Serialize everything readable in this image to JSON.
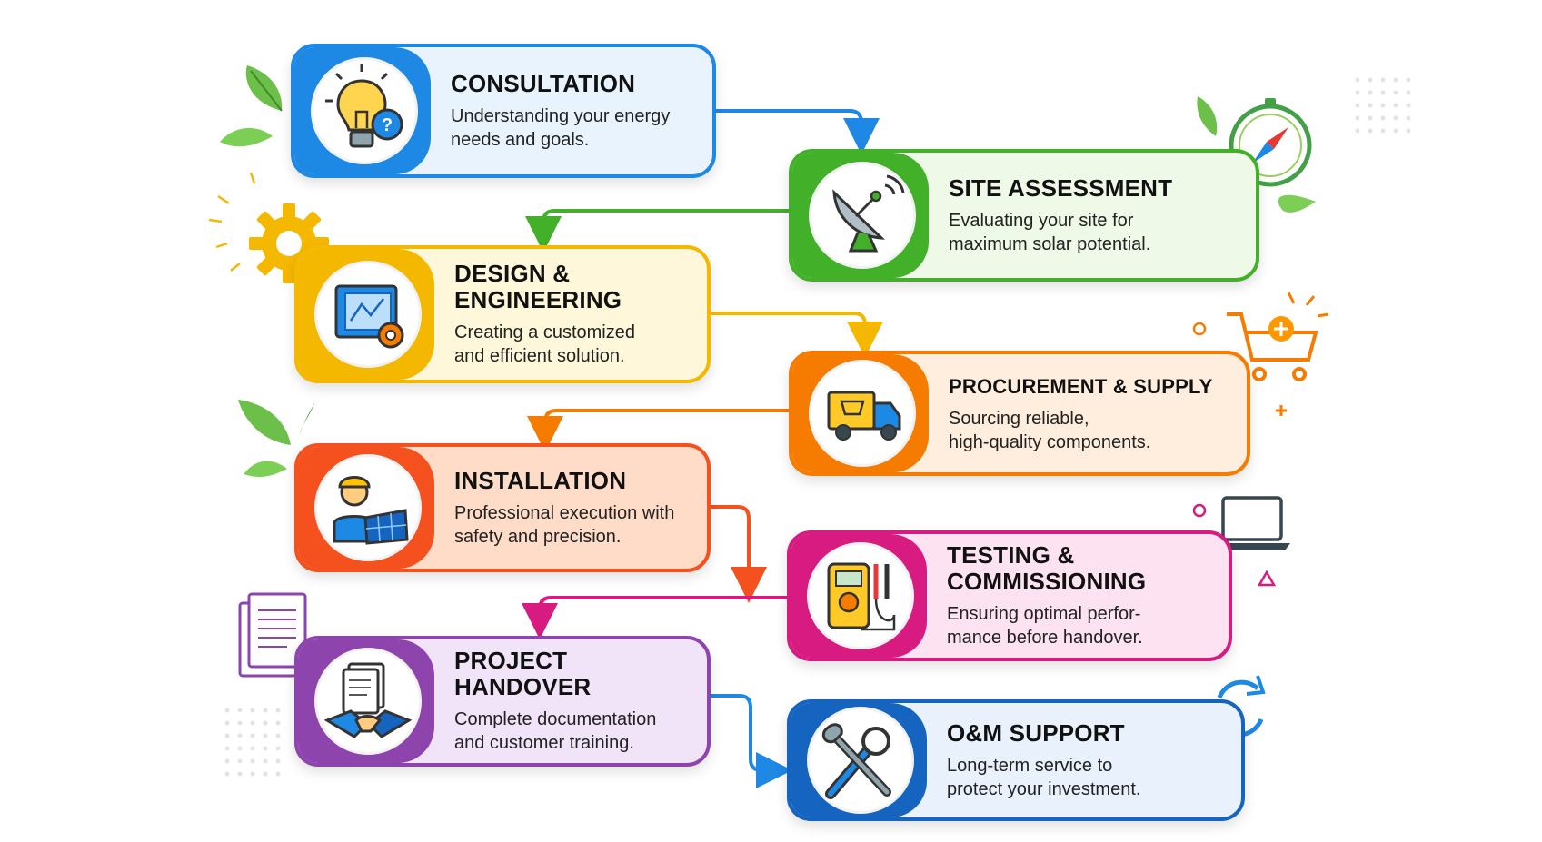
{
  "steps": [
    {
      "title": "CONSULTATION",
      "desc": "Understanding your energy\nneeds and goals.",
      "icon": "lightbulb-question-icon",
      "color": "#1e88e5",
      "bg": "#e8f3fd"
    },
    {
      "title": "SITE ASSESSMENT",
      "desc": "Evaluating your site for\nmaximum solar potential.",
      "icon": "satellite-dish-icon",
      "color": "#43b02a",
      "bg": "#eef9e8"
    },
    {
      "title": "DESIGN &\nENGINEERING",
      "desc": "Creating a customized\nand efficient solution.",
      "icon": "blueprint-gear-icon",
      "color": "#f5b800",
      "bg": "#fff7d9"
    },
    {
      "title": "PROCUREMENT & SUPPLY",
      "desc": "Sourcing reliable,\nhigh-quality components.",
      "icon": "delivery-truck-icon",
      "color": "#f57c00",
      "bg": "#ffeedd"
    },
    {
      "title": "INSTALLATION",
      "desc": "Professional execution with\nsafety and precision.",
      "icon": "worker-solar-panel-icon",
      "color": "#f4511e",
      "bg": "#ffdcc8"
    },
    {
      "title": "TESTING &\nCOMMISSIONING",
      "desc": "Ensuring optimal perfor-\nmance before handover.",
      "icon": "multimeter-icon",
      "color": "#d81b80",
      "bg": "#fde2f1"
    },
    {
      "title": "PROJECT HANDOVER",
      "desc": "Complete documentation\nand customer training.",
      "icon": "handshake-documents-icon",
      "color": "#8e44ad",
      "bg": "#f1e4f8"
    },
    {
      "title": "O&M SUPPORT",
      "desc": "Long-term service to\nprotect your investment.",
      "icon": "wrench-magnifier-icon",
      "color": "#1565c0",
      "bg": "#e9f2fc"
    }
  ]
}
